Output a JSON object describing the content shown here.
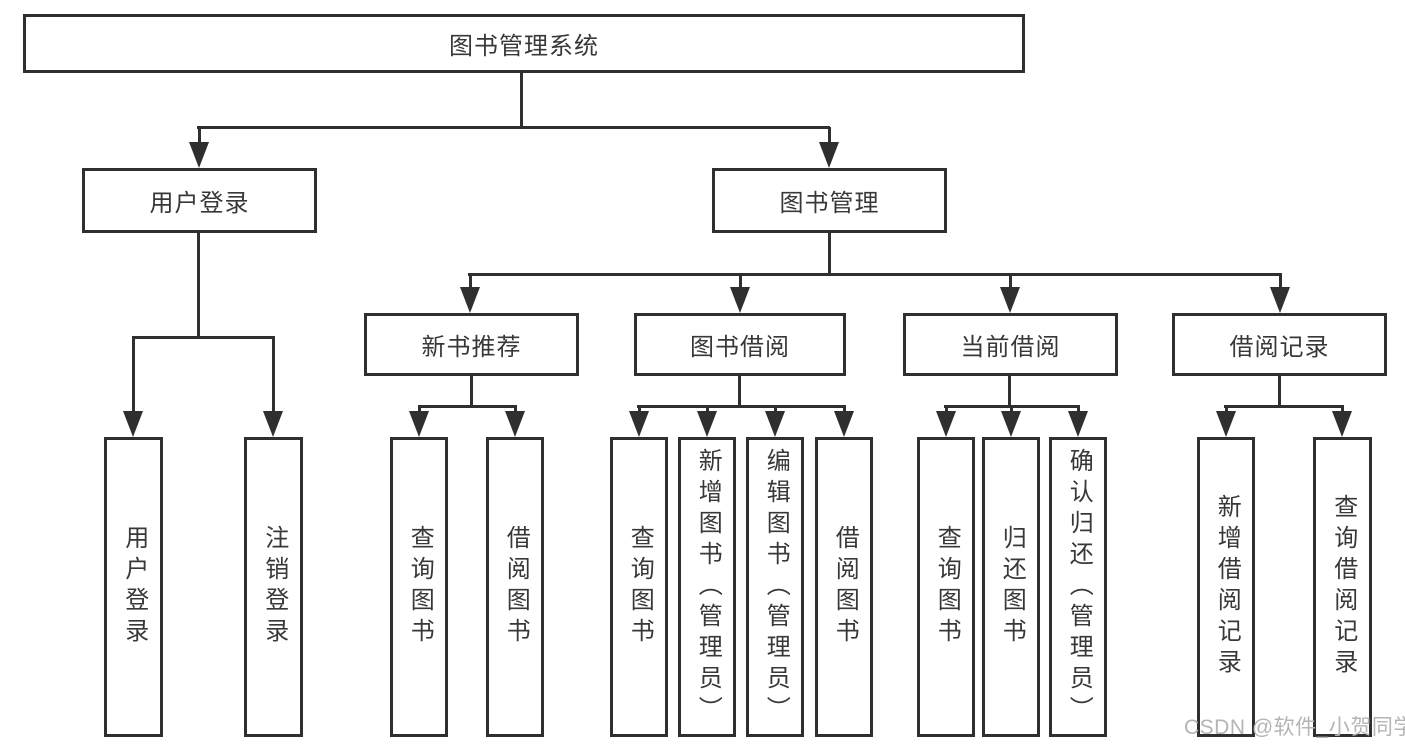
{
  "tree": {
    "root": "图书管理系统",
    "branches": [
      {
        "label": "用户登录",
        "leaves": [
          "用户登录",
          "注销登录"
        ]
      },
      {
        "label": "图书管理",
        "groups": [
          {
            "label": "新书推荐",
            "leaves": [
              "查询图书",
              "借阅图书"
            ]
          },
          {
            "label": "图书借阅",
            "leaves": [
              "查询图书",
              "新增图书（管理员）",
              "编辑图书（管理员）",
              "借阅图书"
            ]
          },
          {
            "label": "当前借阅",
            "leaves": [
              "查询图书",
              "归还图书",
              "确认归还（管理员）"
            ]
          },
          {
            "label": "借阅记录",
            "leaves": [
              "新增借阅记录",
              "查询借阅记录"
            ]
          }
        ]
      }
    ]
  },
  "watermark": "CSDN @软件_小贺同学",
  "colors": {
    "line": "#2f2f2f",
    "border": "#2f2f2f",
    "text": "#383838",
    "watermark": "#b5b5b5",
    "background": "#ffffff"
  }
}
